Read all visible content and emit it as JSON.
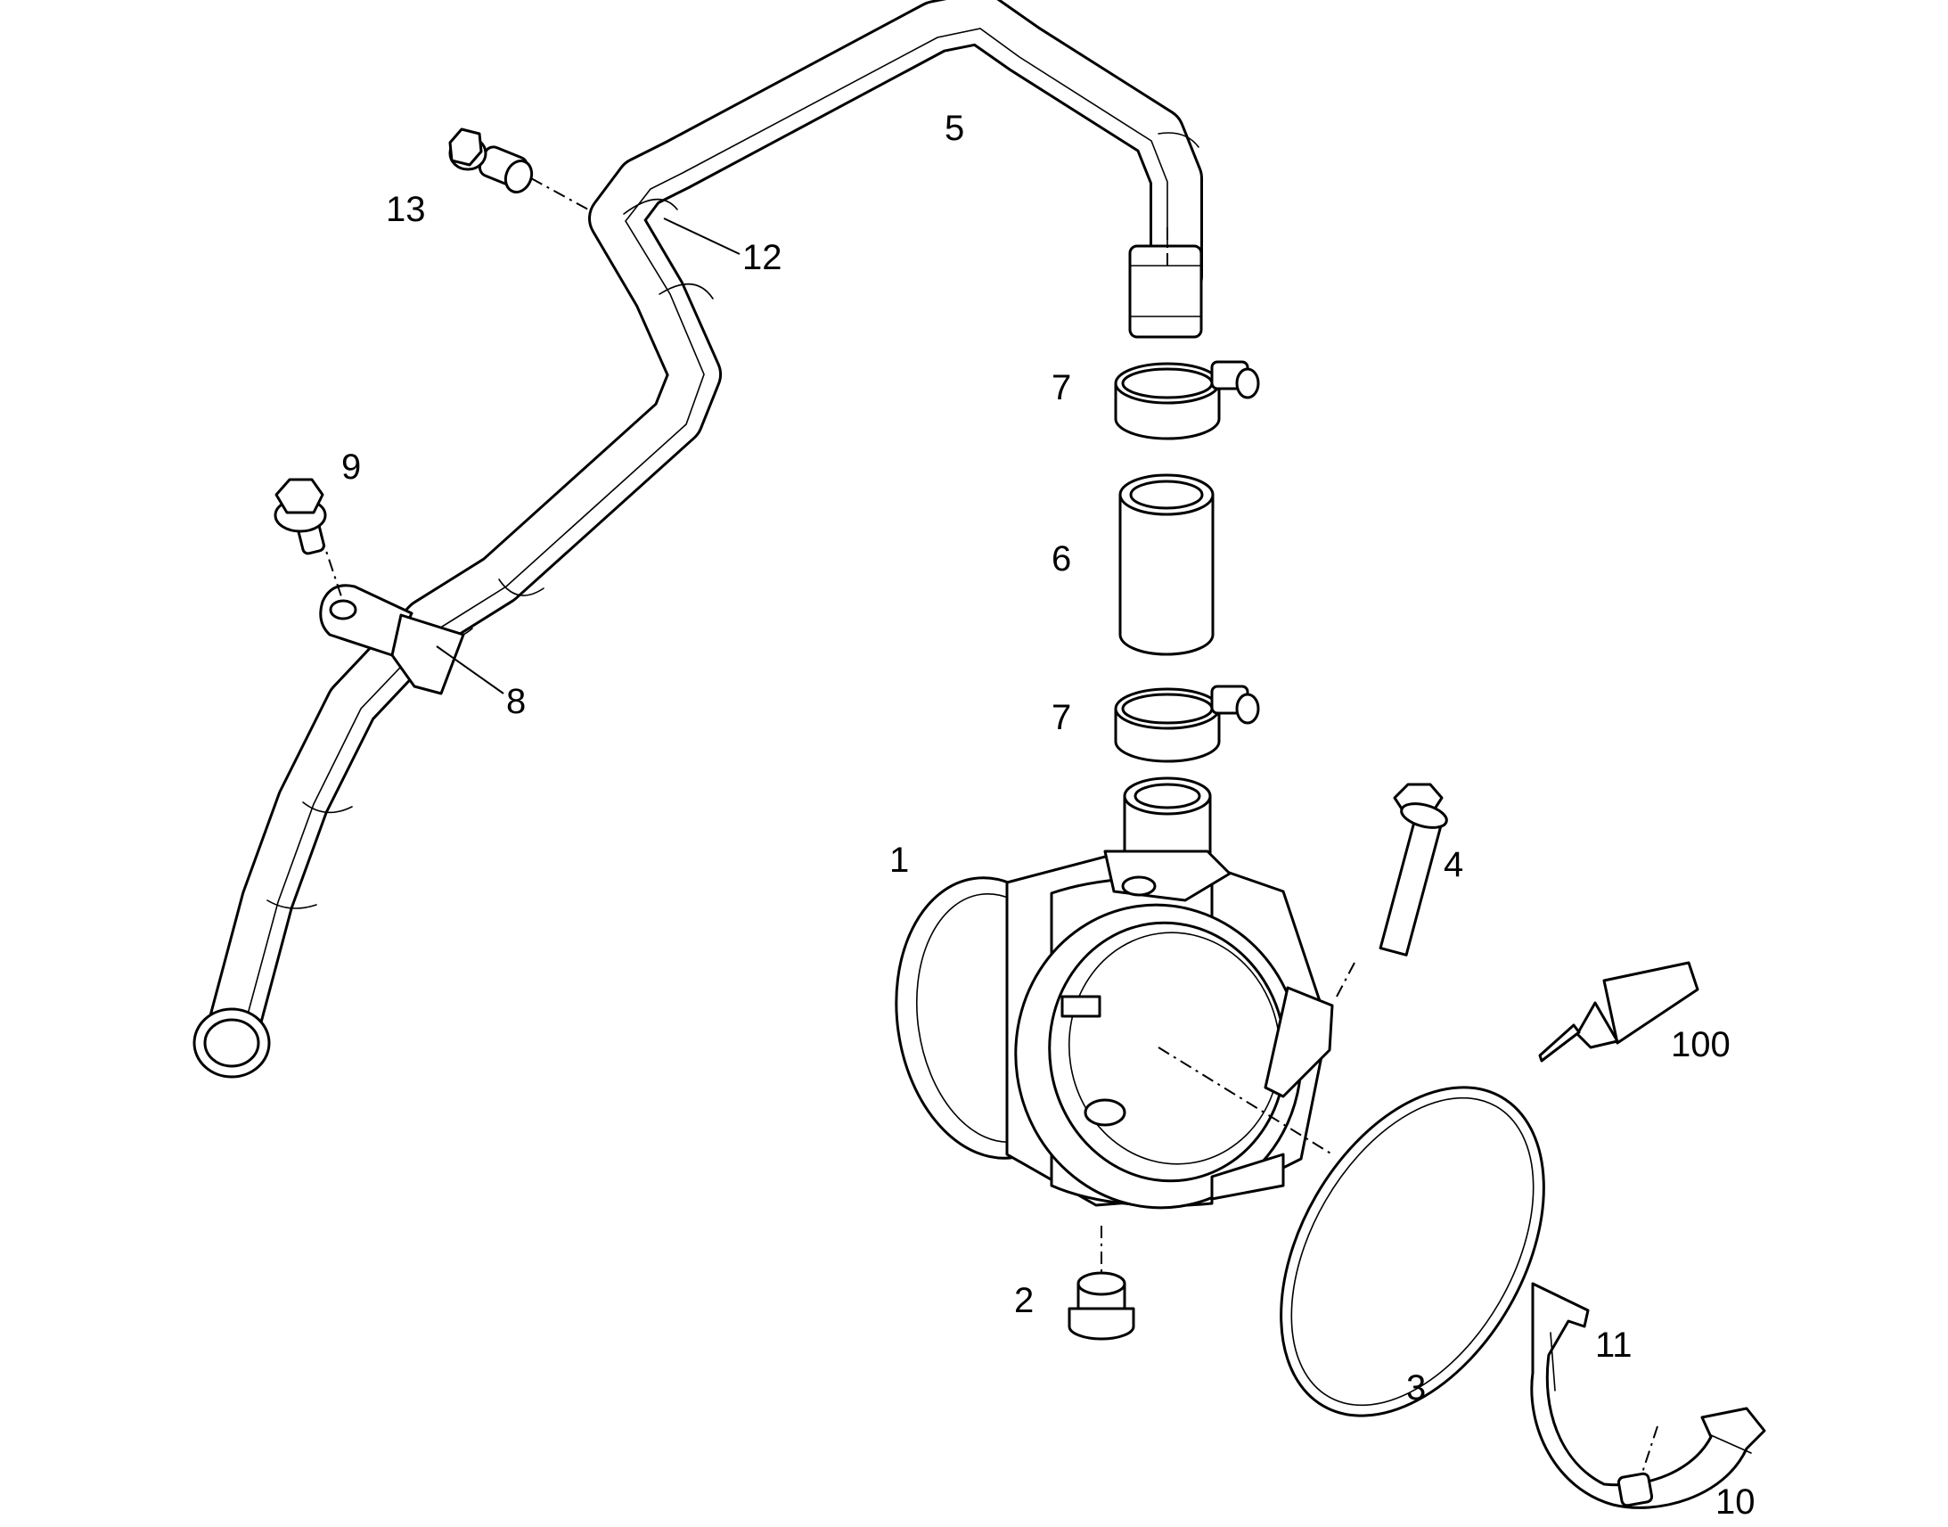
{
  "labels": {
    "p1": "1",
    "p2": "2",
    "p3": "3",
    "p4": "4",
    "p5": "5",
    "p6": "6",
    "p7a": "7",
    "p7b": "7",
    "p8": "8",
    "p9": "9",
    "p10": "10",
    "p11": "11",
    "p12": "12",
    "p13": "13",
    "p100": "100"
  }
}
